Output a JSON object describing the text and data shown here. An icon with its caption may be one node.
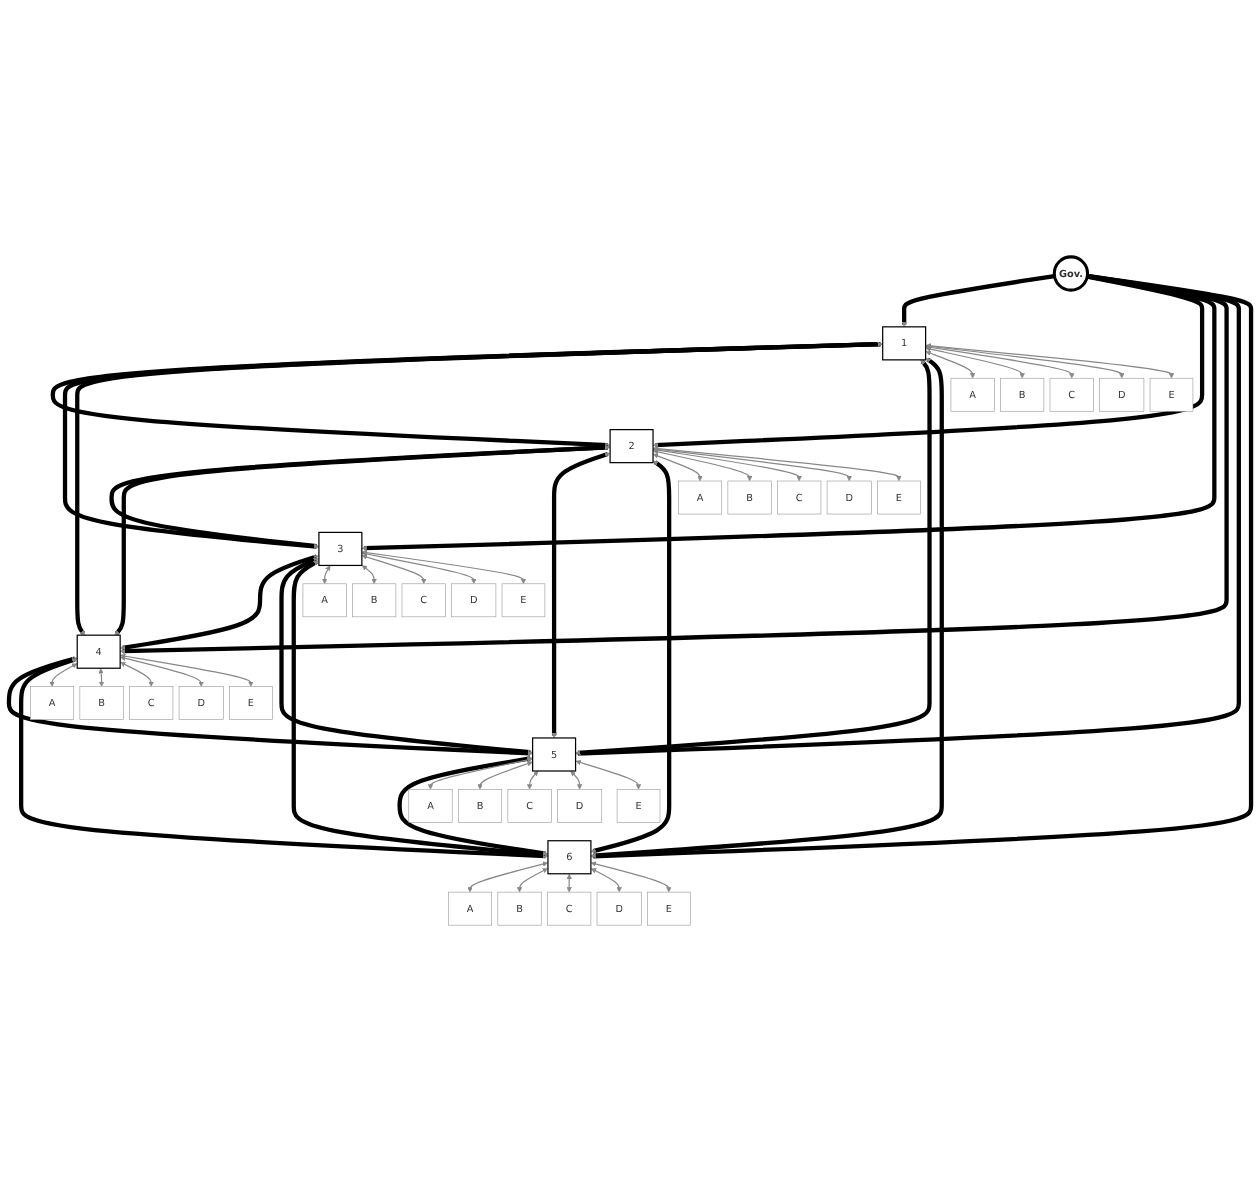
{
  "diagram": {
    "nodes": [
      {
        "text": [
          "Gov."
        ]
      },
      {
        "text": [
          "1"
        ]
      },
      {
        "text": [
          "A"
        ]
      },
      {
        "text": [
          "B"
        ]
      },
      {
        "text": [
          "C"
        ]
      },
      {
        "text": [
          "D"
        ]
      },
      {
        "text": [
          "E"
        ]
      },
      {
        "text": [
          "2"
        ]
      },
      {
        "text": [
          "A"
        ]
      },
      {
        "text": [
          "B"
        ]
      },
      {
        "text": [
          "C"
        ]
      },
      {
        "text": [
          "D"
        ]
      },
      {
        "text": [
          "E"
        ]
      },
      {
        "text": [
          "3"
        ]
      },
      {
        "text": [
          "A"
        ]
      },
      {
        "text": [
          "B"
        ]
      },
      {
        "text": [
          "C"
        ]
      },
      {
        "text": [
          "D"
        ]
      },
      {
        "text": [
          "E"
        ]
      },
      {
        "text": [
          "4"
        ]
      },
      {
        "text": [
          "A"
        ]
      },
      {
        "text": [
          "B"
        ]
      },
      {
        "text": [
          "C"
        ]
      },
      {
        "text": [
          "D"
        ]
      },
      {
        "text": [
          "E"
        ]
      },
      {
        "text": [
          "5"
        ]
      },
      {
        "text": [
          "A"
        ]
      },
      {
        "text": [
          "B"
        ]
      },
      {
        "text": [
          "C"
        ]
      },
      {
        "text": [
          "D"
        ]
      },
      {
        "text": [
          "E"
        ]
      },
      {
        "text": [
          "6"
        ]
      },
      {
        "text": [
          "A"
        ]
      },
      {
        "text": [
          "B"
        ]
      },
      {
        "text": [
          "C"
        ]
      },
      {
        "text": [
          "D"
        ]
      },
      {
        "text": [
          "E"
        ]
      }
    ],
    "edges": [
      {
        "from": 0,
        "to": 1,
        "arrow": "to",
        "style": "thick",
        "color": "#000000"
      },
      {
        "from": 0,
        "to": 7,
        "arrow": "to",
        "style": "thick",
        "color": "#000000"
      },
      {
        "from": 0,
        "to": 13,
        "arrow": "to",
        "style": "thick",
        "color": "#000000"
      },
      {
        "from": 0,
        "to": 19,
        "arrow": "to",
        "style": "thick",
        "color": "#000000"
      },
      {
        "from": 0,
        "to": 25,
        "arrow": "to",
        "style": "thick",
        "color": "#000000"
      },
      {
        "from": 0,
        "to": 31,
        "arrow": "to",
        "style": "thick",
        "color": "#000000"
      },
      {
        "from": 1,
        "to": 7,
        "arrow": "both",
        "style": "thick",
        "color": "#000000"
      },
      {
        "from": 1,
        "to": 13,
        "arrow": "both",
        "style": "thick",
        "color": "#000000"
      },
      {
        "from": 1,
        "to": 19,
        "arrow": "both",
        "style": "thick",
        "color": "#000000"
      },
      {
        "from": 1,
        "to": 25,
        "arrow": "both",
        "style": "thick",
        "color": "#000000"
      },
      {
        "from": 1,
        "to": 31,
        "arrow": "both",
        "style": "thick",
        "color": "#000000"
      },
      {
        "from": 7,
        "to": 13,
        "arrow": "both",
        "style": "thick",
        "color": "#000000"
      },
      {
        "from": 7,
        "to": 19,
        "arrow": "both",
        "style": "thick",
        "color": "#000000"
      },
      {
        "from": 7,
        "to": 25,
        "arrow": "both",
        "style": "thick",
        "color": "#000000"
      },
      {
        "from": 7,
        "to": 31,
        "arrow": "both",
        "style": "thick",
        "color": "#000000"
      },
      {
        "from": 13,
        "to": 19,
        "arrow": "both",
        "style": "thick",
        "color": "#000000"
      },
      {
        "from": 13,
        "to": 25,
        "arrow": "both",
        "style": "thick",
        "color": "#000000"
      },
      {
        "from": 13,
        "to": 31,
        "arrow": "both",
        "style": "thick",
        "color": "#000000"
      },
      {
        "from": 19,
        "to": 25,
        "arrow": "both",
        "style": "thick",
        "color": "#000000"
      },
      {
        "from": 19,
        "to": 31,
        "arrow": "both",
        "style": "thick",
        "color": "#000000"
      },
      {
        "from": 25,
        "to": 31,
        "arrow": "both",
        "style": "thick",
        "color": "#000000"
      },
      {
        "from": 1,
        "to": 2,
        "arrow": "both"
      },
      {
        "from": 1,
        "to": 3,
        "arrow": "both"
      },
      {
        "from": 1,
        "to": 4,
        "arrow": "both"
      },
      {
        "from": 1,
        "to": 5,
        "arrow": "both"
      },
      {
        "from": 1,
        "to": 6,
        "arrow": "both"
      },
      {
        "from": 7,
        "to": 8,
        "arrow": "both"
      },
      {
        "from": 7,
        "to": 9,
        "arrow": "both"
      },
      {
        "from": 7,
        "to": 10,
        "arrow": "both"
      },
      {
        "from": 7,
        "to": 11,
        "arrow": "both"
      },
      {
        "from": 7,
        "to": 12,
        "arrow": "both"
      },
      {
        "from": 13,
        "to": 14,
        "arrow": "both"
      },
      {
        "from": 13,
        "to": 15,
        "arrow": "both"
      },
      {
        "from": 13,
        "to": 16,
        "arrow": "both"
      },
      {
        "from": 13,
        "to": 17,
        "arrow": "both"
      },
      {
        "from": 13,
        "to": 18,
        "arrow": "both"
      },
      {
        "from": 19,
        "to": 20,
        "arrow": "both"
      },
      {
        "from": 19,
        "to": 21,
        "arrow": "both"
      },
      {
        "from": 19,
        "to": 22,
        "arrow": "both"
      },
      {
        "from": 19,
        "to": 23,
        "arrow": "both"
      },
      {
        "from": 19,
        "to": 24,
        "arrow": "both"
      },
      {
        "from": 25,
        "to": 26,
        "arrow": "both"
      },
      {
        "from": 25,
        "to": 27,
        "arrow": "both"
      },
      {
        "from": 25,
        "to": 28,
        "arrow": "both"
      },
      {
        "from": 25,
        "to": 29,
        "arrow": "both"
      },
      {
        "from": 25,
        "to": 30,
        "arrow": "both"
      },
      {
        "from": 31,
        "to": 32,
        "arrow": "both"
      },
      {
        "from": 31,
        "to": 33,
        "arrow": "both"
      },
      {
        "from": 31,
        "to": 34,
        "arrow": "both"
      },
      {
        "from": 31,
        "to": 35,
        "arrow": "both"
      },
      {
        "from": 31,
        "to": 36,
        "arrow": "both"
      }
    ]
  }
}
